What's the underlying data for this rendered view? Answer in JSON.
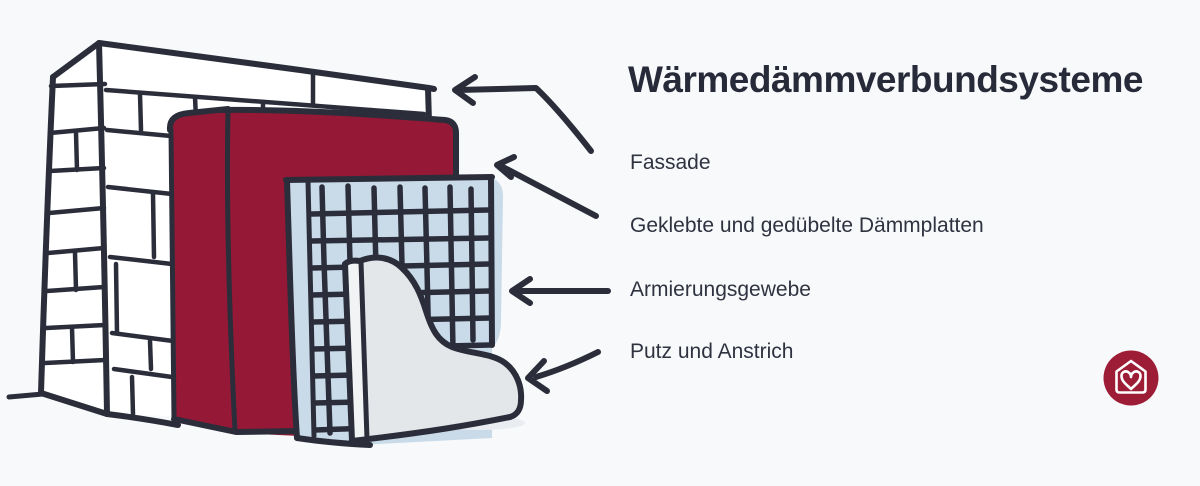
{
  "title": "Wärmedämmverbundsysteme",
  "labels": [
    {
      "id": "fassade",
      "text": "Fassade"
    },
    {
      "id": "daemmplatten",
      "text": "Geklebte und gedübelte Dämmplatten"
    },
    {
      "id": "armierungsgewebe",
      "text": "Armierungsgewebe"
    },
    {
      "id": "putz",
      "text": "Putz und Anstrich"
    }
  ],
  "illustration": {
    "type": "hand-drawn-layer-diagram",
    "parts": [
      "brick-wall",
      "insulation-board",
      "reinforcement-mesh",
      "plaster-layer"
    ],
    "arrows": [
      "arrow-to-facade",
      "arrow-to-insulation",
      "arrow-to-mesh",
      "arrow-to-plaster"
    ]
  },
  "logo": {
    "icon": "house-heart-icon"
  },
  "colors": {
    "bg": "#f8f9fb",
    "ink": "#2b2e3a",
    "title": "#272b39",
    "text": "#2f3340",
    "red": "#951936",
    "blue": "#c9dbe9",
    "plaster": "#e4e7ea",
    "plaster-side": "#f2f3f5",
    "wall": "#ffffff",
    "shadow": "#e9ecf0",
    "logo-bg": "#9d1c36",
    "logo-fg": "#ffffff"
  }
}
